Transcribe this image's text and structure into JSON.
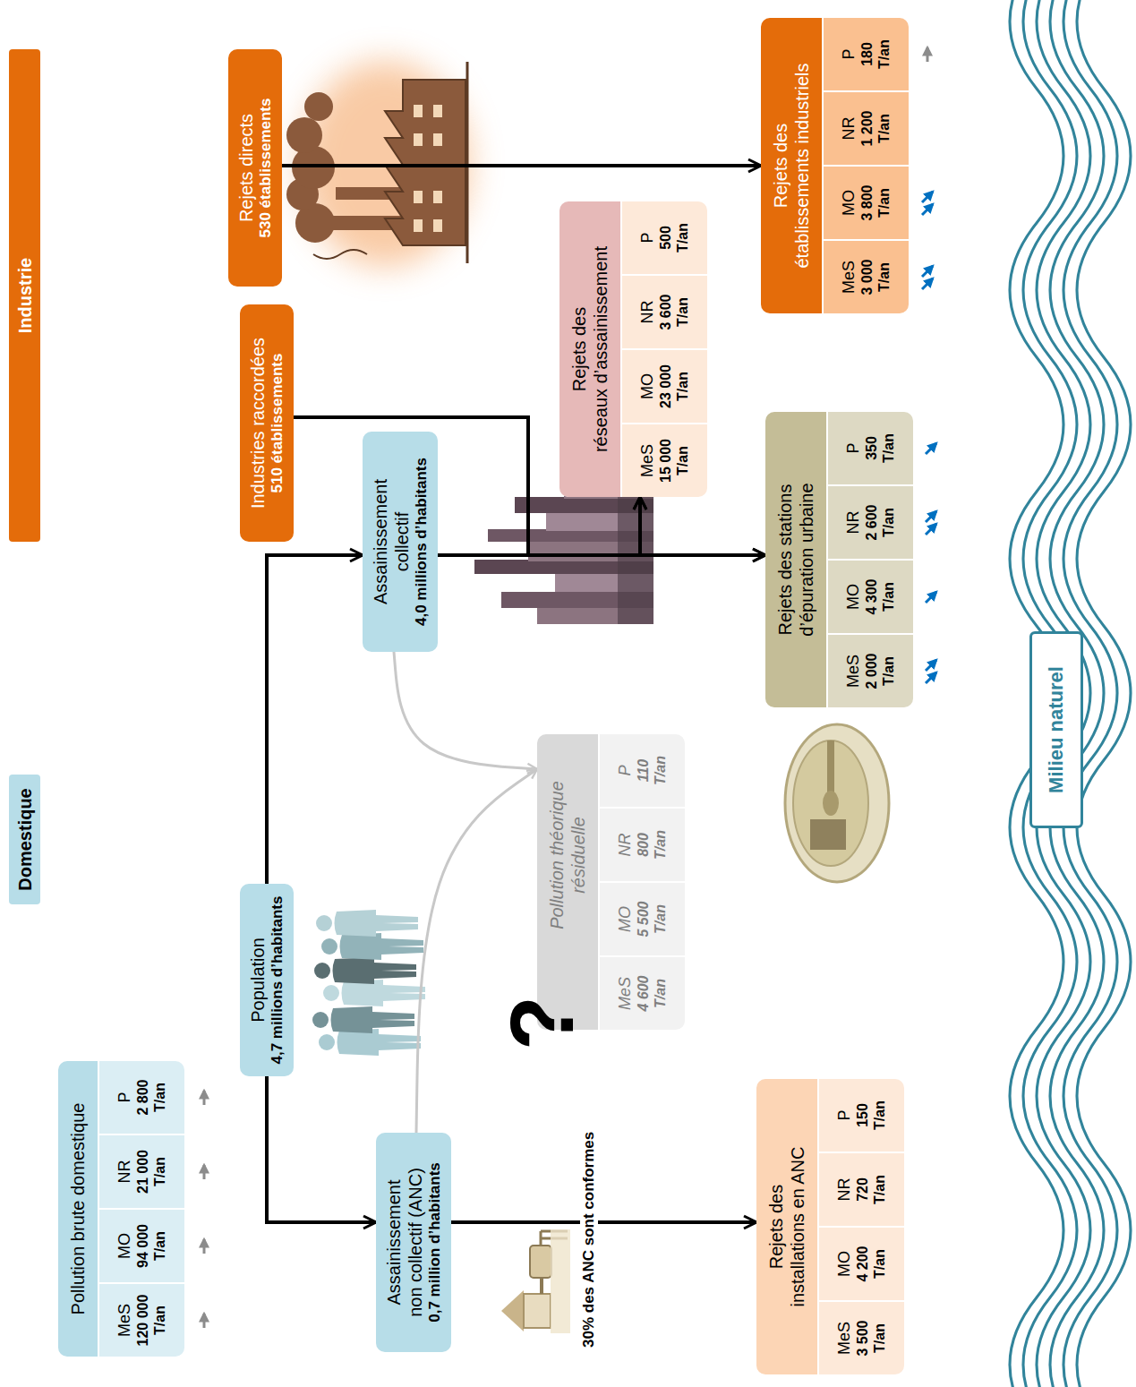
{
  "diagram": {
    "nodes": [
      {
        "text": [
          "Domestique"
        ]
      },
      {
        "text": [
          "Industrie"
        ]
      },
      {
        "text": [
          "Pollution brute domestique",
          "MeS",
          "120 000 T/an",
          "MO",
          "94 000 T/an",
          "NR",
          "21 000 T/an",
          "P",
          "2 800 T/an"
        ]
      },
      {
        "text": [
          "Population",
          "4,7 millions d’habitants"
        ]
      },
      {
        "text": [
          "Assainissement non collectif (ANC)",
          "0,7 million d’habitants"
        ]
      },
      {
        "text": [
          "Assainissement collectif",
          "4,0 millions d’habitants"
        ]
      },
      {
        "text": [
          "Pollution théorique résiduelle",
          "MeS",
          "4 600 T/an",
          "MO",
          "5 500 T/an",
          "NR",
          "800 T/an",
          "P",
          "110 T/an"
        ]
      },
      {
        "text": [
          "Industries raccordées",
          "510 établissements"
        ]
      },
      {
        "text": [
          "Rejets directs",
          "530 établissements"
        ]
      },
      {
        "text": [
          "Rejets des réseaux d’assainissement",
          "MeS",
          "15 000 T/an",
          "MO",
          "23 000 T/an",
          "NR",
          "3 600 T/an",
          "P",
          "500 T/an"
        ]
      },
      {
        "text": [
          "Rejets des installations en ANC",
          "MeS",
          "3 500 T/an",
          "MO",
          "4 200 T/an",
          "NR",
          "720 T/an",
          "P",
          "150 T/an"
        ]
      },
      {
        "text": [
          "Rejets des stations d’épuration urbaine",
          "MeS",
          "2 000 T/an",
          "MO",
          "4 300 T/an",
          "NR",
          "2 600 T/an",
          "P",
          "350 T/an"
        ]
      },
      {
        "text": [
          "Rejets des établissements industriels",
          "MeS",
          "3 000 T/an",
          "MO",
          "3 800 T/an",
          "NR",
          "1 200 T/an",
          "P",
          "180 T/an"
        ]
      },
      {
        "text": [
          "Milieu naturel"
        ]
      }
    ],
    "edges": [
      {
        "from": 3,
        "to": 4,
        "arrow": "to"
      },
      {
        "from": 3,
        "to": 5,
        "arrow": "to"
      },
      {
        "from": 4,
        "to": 6,
        "arrow": "to"
      },
      {
        "from": 5,
        "to": 6,
        "arrow": "to"
      },
      {
        "from": 5,
        "to": 9,
        "arrow": "to"
      },
      {
        "from": 5,
        "to": 11,
        "arrow": "to"
      },
      {
        "from": 7,
        "to": 9,
        "arrow": "to"
      },
      {
        "from": 7,
        "to": 11,
        "arrow": "to"
      },
      {
        "from": 8,
        "to": 12,
        "arrow": "to"
      },
      {
        "from": 4,
        "to": 10,
        "arrow": "to"
      }
    ],
    "labels": [
      "?",
      "30% des ANC sont conformes"
    ]
  }
}
